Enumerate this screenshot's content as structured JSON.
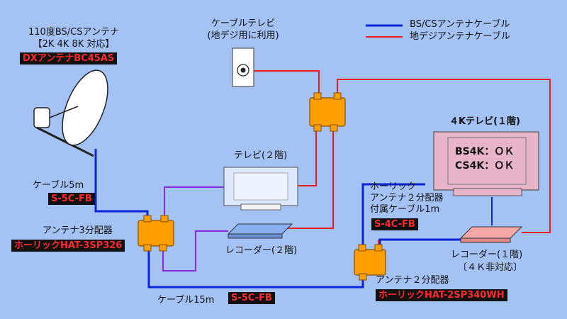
{
  "legend": {
    "bs_cs_label": "BS/CSアンテナケーブル",
    "terrestrial_label": "地デジアンテナケーブル",
    "bs_cs_color": "#0b24d6",
    "terrestrial_color": "#ee1c1c"
  },
  "antenna": {
    "line1": "110度BS/CSアンテナ",
    "line2": "【2K 4K 8K 対応】",
    "model": "DXアンテナBC45AS"
  },
  "cable_5m": {
    "label": "ケーブル5m",
    "model": "S-5C-FB"
  },
  "splitter3": {
    "label": "アンテナ3分配器",
    "model": "ホーリックHAT-3SP326"
  },
  "cable_15m": {
    "label": "ケーブル15m",
    "model": "S-5C-FB"
  },
  "wall_outlet": {
    "line1": "ケーブルテレビ",
    "line2": "(地デジ用に利用)"
  },
  "tv_2f": {
    "label": "テレビ(２階)"
  },
  "recorder_2f": {
    "label": "レコーダー(２階)"
  },
  "tv_1f": {
    "title": "４Kテレビ(１階)",
    "line1": "BS4K：ＯＫ",
    "line2": "CS4K：ＯＫ"
  },
  "splitter_cable": {
    "line1": "ホーリック",
    "line2": "アンテナ２分配器",
    "line3": "付属ケーブル1m",
    "model": "S-4C-FB"
  },
  "splitter2": {
    "label": "アンテナ２分配器",
    "model": "ホーリックHAT-2SP340WH"
  },
  "recorder_1f": {
    "line1": "レコーダー(１階)",
    "line2": "〔４Ｋ非対応〕"
  },
  "colors": {
    "background": "#a4c2f4",
    "splitter": "#ffa000",
    "cable_purple": "#8a2be2",
    "tv_1f_fill": "#e8b4c8",
    "recorder_fill": "#f4a8a8"
  }
}
